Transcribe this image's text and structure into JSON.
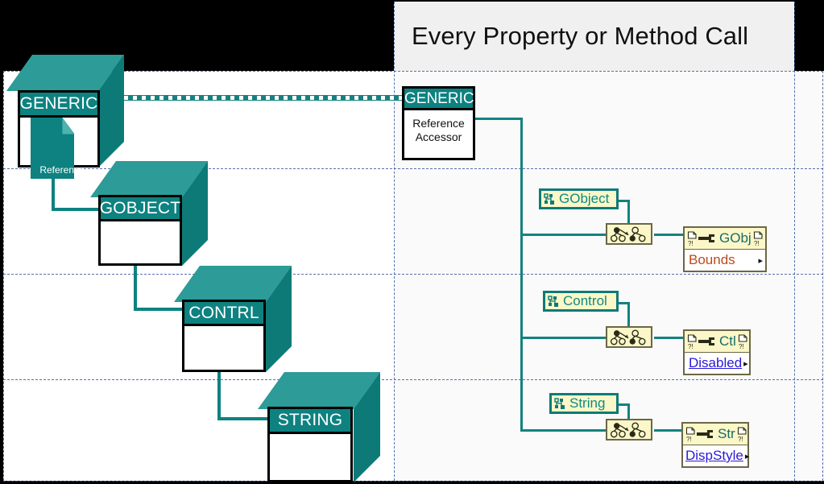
{
  "title": {
    "text": "Every Property or Method Call"
  },
  "hierarchy": {
    "label": "class-hierarchy-cubes",
    "cubes": [
      {
        "name": "GENERIC",
        "badge": "Reference"
      },
      {
        "name": "GOBJECT",
        "badge": ""
      },
      {
        "name": "CONTRL",
        "badge": ""
      },
      {
        "name": "STRING",
        "badge": ""
      }
    ]
  },
  "diagram": {
    "reference_accessor": {
      "header": "GENERIC",
      "line1": "Reference",
      "line2": "Accessor"
    },
    "branches": [
      {
        "class_constant": "GObject",
        "cast_node": "to-more-specific-class",
        "property_node": {
          "class_short": "GObj",
          "property": "Bounds",
          "property_color": "#c0491a",
          "arrow": "▸"
        }
      },
      {
        "class_constant": "Control",
        "cast_node": "to-more-specific-class",
        "property_node": {
          "class_short": "Ctl",
          "property": "Disabled",
          "property_color": "#2a18d8",
          "arrow": "▸"
        }
      },
      {
        "class_constant": "String",
        "cast_node": "to-more-specific-class",
        "property_node": {
          "class_short": "Str",
          "property": "DispStyle",
          "property_color": "#2a18d8",
          "arrow": "▸"
        }
      }
    ]
  },
  "colors": {
    "teal_dark": "#0d8280",
    "teal_mid": "#14827f",
    "teal_light": "#2d9b97",
    "wire": "#14827f",
    "node_yellow": "#fbf7c8",
    "grid_dash": "#3a5a9b",
    "background": "#000000",
    "title_bg": "#f0f0f0"
  }
}
